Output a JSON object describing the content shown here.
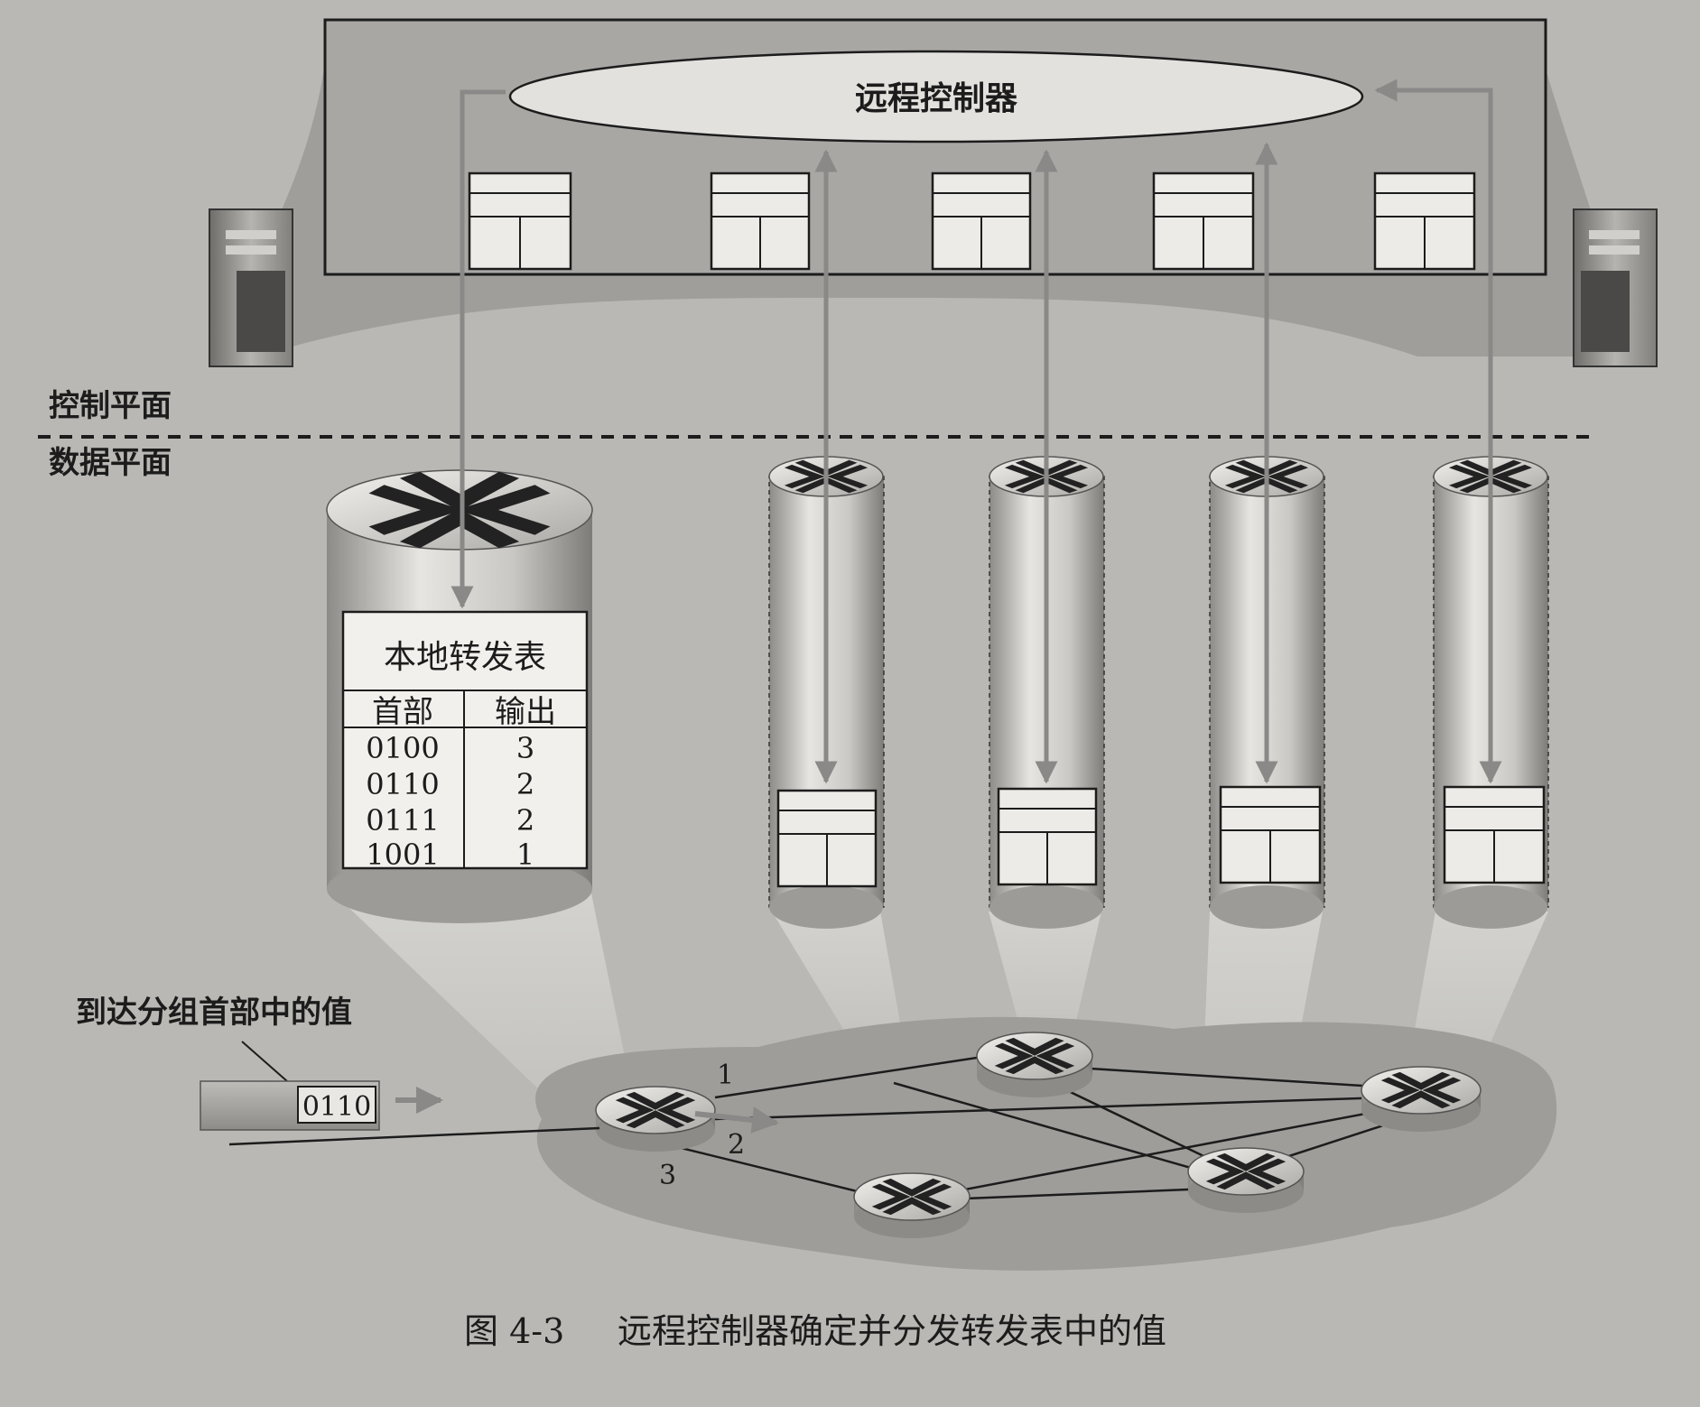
{
  "controller": {
    "label": "远程控制器"
  },
  "planes": {
    "control": "控制平面",
    "data": "数据平面"
  },
  "local_table": {
    "title": "本地转发表",
    "headers": [
      "首部",
      "输出"
    ],
    "rows": [
      {
        "header": "0100",
        "output": "3"
      },
      {
        "header": "0110",
        "output": "2"
      },
      {
        "header": "0111",
        "output": "2"
      },
      {
        "header": "1001",
        "output": "1"
      }
    ]
  },
  "packet": {
    "caption": "到达分组首部中的值",
    "value": "0110"
  },
  "links": {
    "port1": "1",
    "port2": "2",
    "port3": "3"
  },
  "figure_caption": {
    "number": "图 4-3",
    "text": "远程控制器确定并分发转发表中的值"
  },
  "colors": {
    "page": "#b9b8b4",
    "controller_box": "#a6a5a2",
    "ellipse": "#e2e1dd",
    "arrow": "#8a8987",
    "line": "#1c1c1c"
  }
}
